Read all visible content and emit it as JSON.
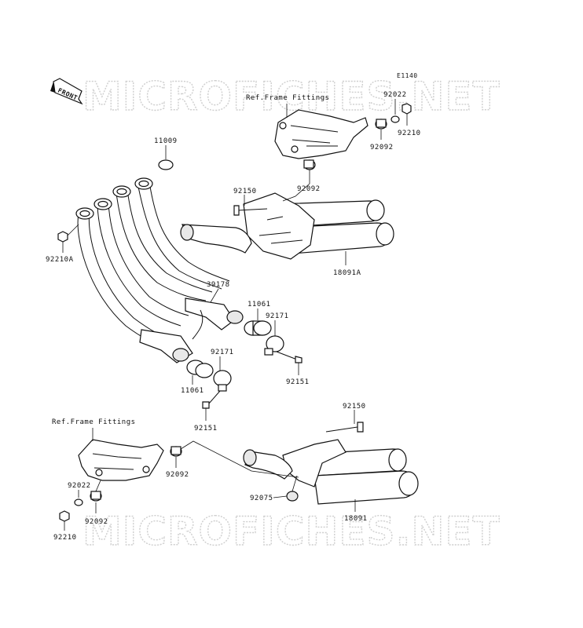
{
  "diagram_code": "E1140",
  "watermark": "MICROFICHES.NET",
  "front_label": "FRONT",
  "ref_labels": {
    "top": "Ref.Frame Fittings",
    "bottom": "Ref.Frame Fittings"
  },
  "parts": {
    "p11009": "11009",
    "p92210A": "92210A",
    "p39178": "39178",
    "p11061_a": "11061",
    "p11061_b": "11061",
    "p92171_a": "92171",
    "p92171_b": "92171",
    "p92151_a": "92151",
    "p92151_b": "92151",
    "p92150_top": "92150",
    "p92150_bottom": "92150",
    "p18091A": "18091A",
    "p18091": "18091",
    "p92022_top": "92022",
    "p92210_top": "92210",
    "p92092_top_a": "92092",
    "p92092_top_b": "92092",
    "p92022_bottom": "92022",
    "p92092_bottom_a": "92092",
    "p92092_bottom_b": "92092",
    "p92210_bottom": "92210",
    "p92075": "92075"
  }
}
